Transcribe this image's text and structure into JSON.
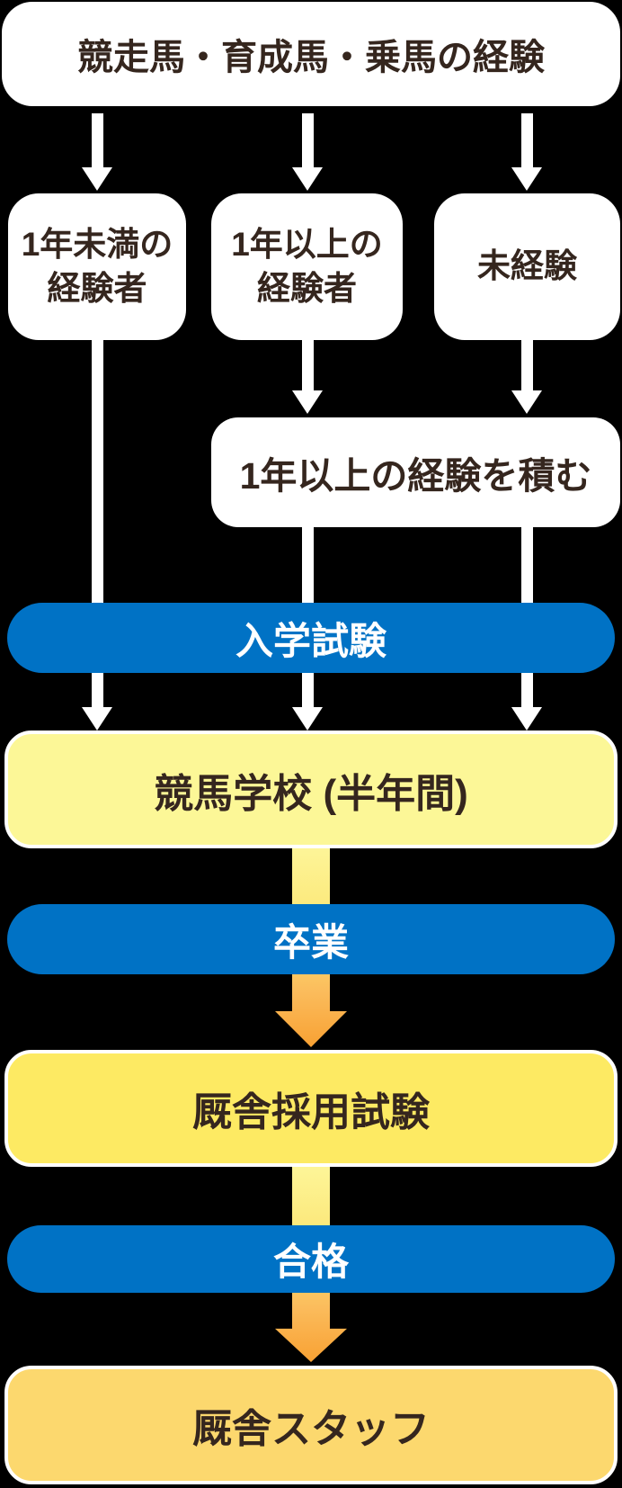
{
  "flow": {
    "top": {
      "label": "競走馬・育成馬・乗馬の経験"
    },
    "branches": [
      {
        "lines": [
          "1年未満の",
          "経験者"
        ]
      },
      {
        "lines": [
          "1年以上の",
          "経験者"
        ]
      },
      {
        "lines": [
          "未経験",
          ""
        ]
      }
    ],
    "accumulate": {
      "label": "1年以上の経験を積む"
    },
    "steps": {
      "entrance_exam": "入学試験",
      "school": "競馬学校 (半年間)",
      "graduation": "卒業",
      "recruitment_exam": "厩舎採用試験",
      "pass": "合格",
      "staff": "厩舎スタッフ"
    },
    "colors": {
      "background": "#000000",
      "node_white": "#ffffff",
      "bar_blue": "#0072c5",
      "bar_text": "#ffffff",
      "box_pale_yellow": "#fcf797",
      "box_yellow": "#fdea63",
      "box_gold": "#fcd86e",
      "arrow_white": "#ffffff",
      "arrow_gradient_start": "#fdf598",
      "arrow_gradient_end": "#f8a133",
      "text_dark": "#35261e"
    }
  }
}
